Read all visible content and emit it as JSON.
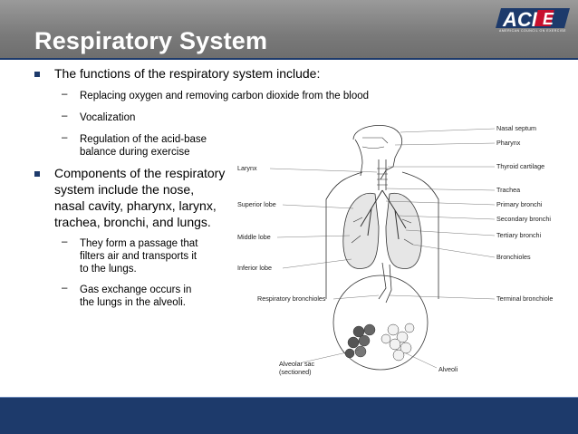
{
  "header": {
    "title": "Respiratory System",
    "logo_text": "ACE",
    "logo_tagline": "AMERICAN COUNCIL ON EXERCISE"
  },
  "content": {
    "bullet1": {
      "text": "The functions of the respiratory system include:",
      "subs": [
        "Replacing oxygen and removing carbon dioxide from the blood",
        "Vocalization",
        "Regulation of the acid-base",
        "balance during exercise"
      ]
    },
    "bullet2": {
      "lines": [
        "Components of the respiratory",
        "system include the nose,",
        "nasal cavity, pharynx, larynx,",
        "trachea, bronchi, and lungs."
      ],
      "subs": [
        "They form a passage that",
        "filters air and transports it",
        "to the lungs.",
        "Gas exchange occurs in",
        "the lungs in the alveoli."
      ]
    }
  },
  "diagram": {
    "labels_left": [
      "Larynx",
      "Superior lobe",
      "Middle lobe",
      "Inferior lobe",
      "Respiratory bronchioles"
    ],
    "labels_right": [
      "Nasal septum",
      "Pharynx",
      "Thyroid cartilage",
      "Trachea",
      "Primary bronchi",
      "Secondary bronchi",
      "Tertiary bronchi",
      "Bronchioles",
      "Terminal bronchiole"
    ],
    "labels_bottom": [
      "Alveolar sac",
      "(sectioned)",
      "Alveoli"
    ]
  },
  "colors": {
    "header_gray": "#7a7a7a",
    "navy": "#1d3a6b",
    "ace_red": "#c8102e"
  }
}
